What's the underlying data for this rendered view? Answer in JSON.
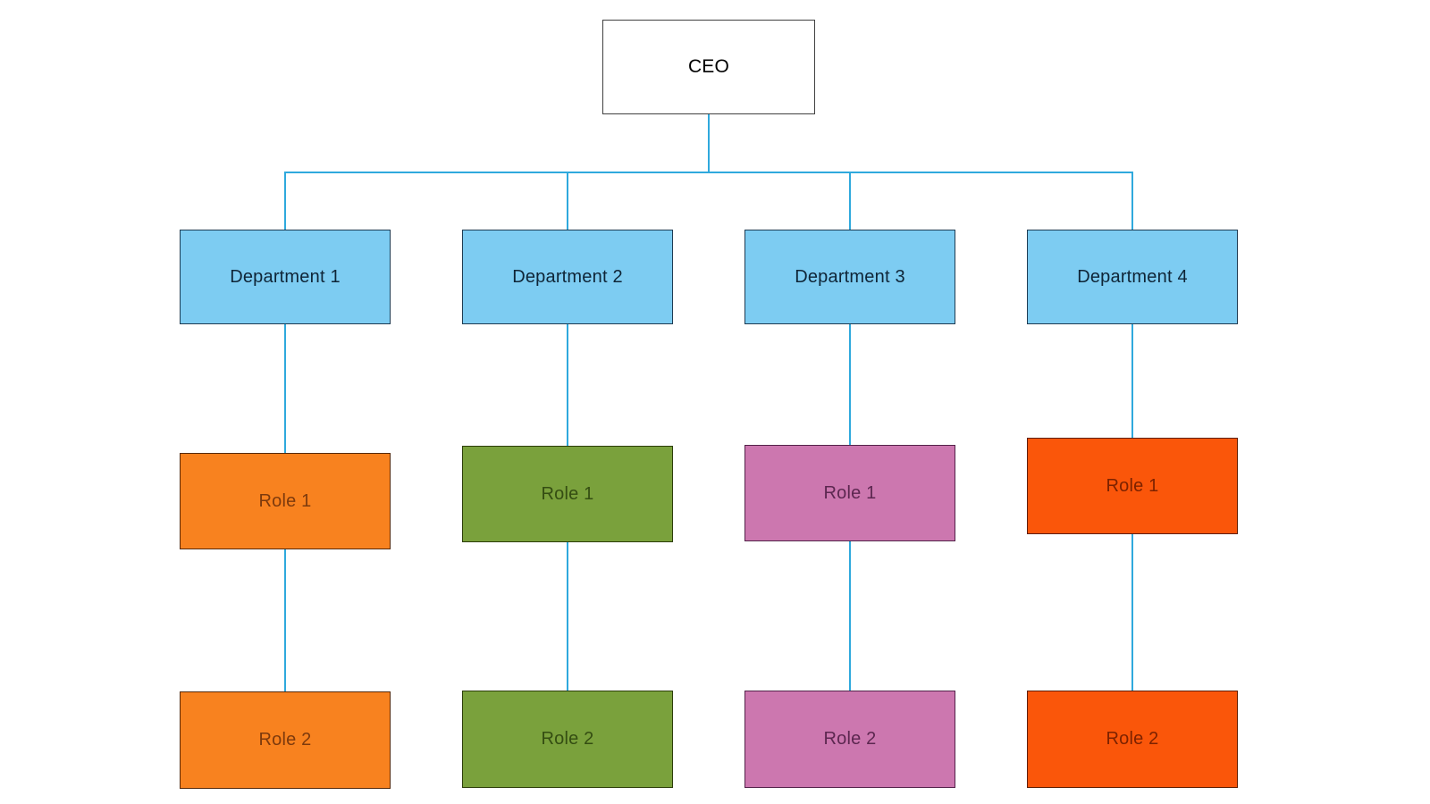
{
  "org": {
    "root": {
      "label": "CEO"
    },
    "departments": [
      {
        "label": "Department 1",
        "roles": [
          {
            "label": "Role 1"
          },
          {
            "label": "Role 2"
          }
        ]
      },
      {
        "label": "Department 2",
        "roles": [
          {
            "label": "Role 1"
          },
          {
            "label": "Role 2"
          }
        ]
      },
      {
        "label": "Department 3",
        "roles": [
          {
            "label": "Role 1"
          },
          {
            "label": "Role 2"
          }
        ]
      },
      {
        "label": "Department 4",
        "roles": [
          {
            "label": "Role 1"
          },
          {
            "label": "Role 2"
          }
        ]
      }
    ]
  },
  "styles": {
    "canvas_background": "#ffffff",
    "connector": "#2fa9dd",
    "ceo": {
      "fill": "#ffffff",
      "border": "#404040",
      "text": "#000000"
    },
    "department": {
      "fill": "#7dccf2",
      "border": "#1e3b52",
      "text": "#0f2537"
    },
    "roles": [
      {
        "fill": "#f8821f",
        "border": "#55290b",
        "text": "#7d3a0d"
      },
      {
        "fill": "#7aa13c",
        "border": "#2c3d09",
        "text": "#344d12"
      },
      {
        "fill": "#cc77af",
        "border": "#532249",
        "text": "#5c2750"
      },
      {
        "fill": "#fa560a",
        "border": "#5e1d00",
        "text": "#7c2200"
      }
    ]
  }
}
